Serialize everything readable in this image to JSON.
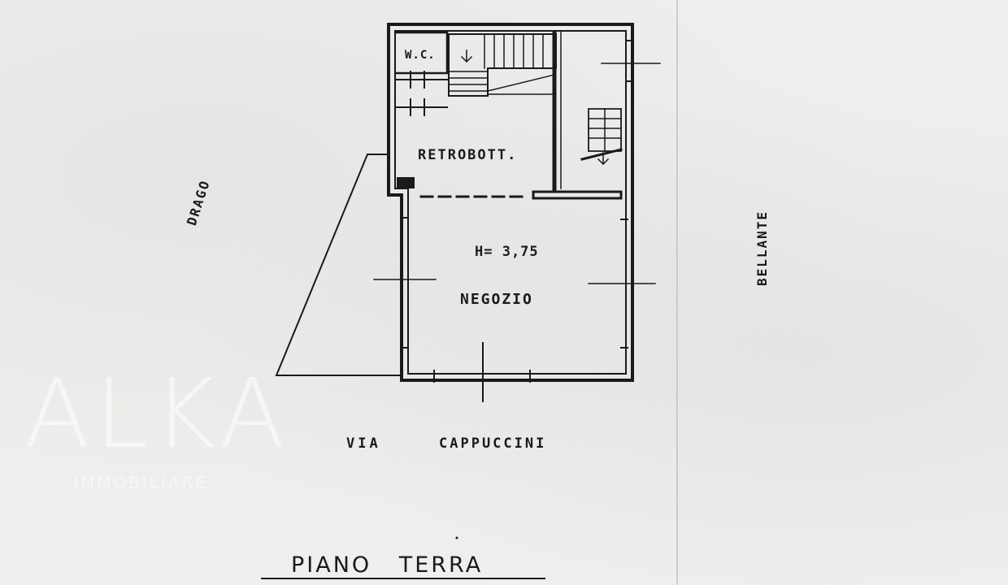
{
  "rooms": {
    "wc": "W.C.",
    "back_shop": "RETROBOTT.",
    "height": "H= 3,75",
    "shop": "NEGOZIO"
  },
  "streets": {
    "left": "DRAGO",
    "right": "BELLANTE",
    "bottom_prefix": "VIA",
    "bottom_name": "CAPPUCCINI"
  },
  "footer": {
    "title": "PIANO TERRA"
  },
  "watermark": {
    "brand": "ALKA",
    "sub": "IMMOBILIARE"
  }
}
